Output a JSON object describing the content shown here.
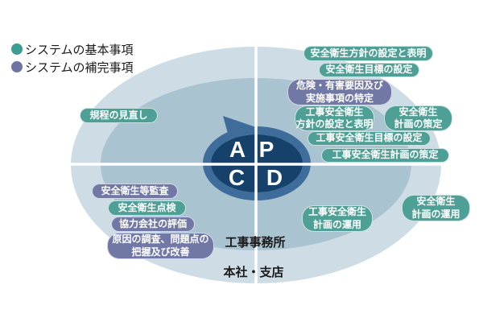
{
  "legend": {
    "items": [
      {
        "label": "システムの基本事項",
        "type": "basic",
        "color": "#3d9d92"
      },
      {
        "label": "システムの補完事項",
        "type": "supplement",
        "color": "#6d74a2"
      }
    ]
  },
  "diagram": {
    "pdca": {
      "letters": [
        "A",
        "P",
        "C",
        "D"
      ]
    },
    "org_labels": {
      "site_office": "工事事務所",
      "head_office": "本社・支店"
    },
    "pills": [
      {
        "label": "安全衛生方針の設定と表明",
        "type": "basic"
      },
      {
        "label": "安全衛生目標の設定",
        "type": "basic"
      },
      {
        "label": "危険・有害要因及び\n実施事項の特定",
        "type": "supplement"
      },
      {
        "label": "工事安全衛生\n方針の設定と表明",
        "type": "basic"
      },
      {
        "label": "安全衛生\n計画の策定",
        "type": "basic"
      },
      {
        "label": "工事安全衛生目標の設定",
        "type": "basic"
      },
      {
        "label": "工事安全衛生計画の策定",
        "type": "basic"
      },
      {
        "label": "工事安全衛生\n計画の運用",
        "type": "basic"
      },
      {
        "label": "安全衛生\n計画の運用",
        "type": "basic"
      },
      {
        "label": "規程の見直し",
        "type": "basic"
      },
      {
        "label": "安全衛生等監査",
        "type": "supplement"
      },
      {
        "label": "安全衛生点検",
        "type": "basic"
      },
      {
        "label": "協力会社の評価",
        "type": "supplement"
      },
      {
        "label": "原因の調査、問題点の\n把握及び改善",
        "type": "supplement"
      }
    ]
  },
  "colors": {
    "pill_teal": "#4e9f95",
    "pill_purple": "#7178a5",
    "outer_ellipse": "#cddce5",
    "inner_ellipse": "#aac3d0",
    "pdca_dark": "#16416b",
    "pdca_ring": "#3e6d9c",
    "divider": "#ffffff",
    "text_dark": "#1a1a1a"
  }
}
